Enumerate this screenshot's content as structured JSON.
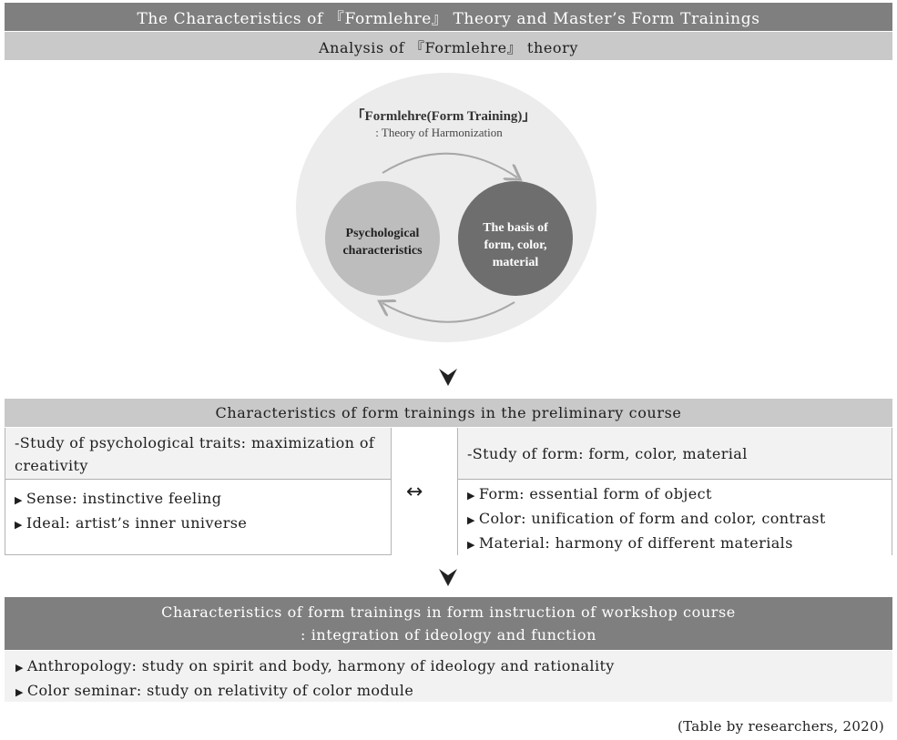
{
  "title": "The Characteristics of 『Formlehre』 Theory and Master’s Form Trainings",
  "subtitle": "Analysis of 『Formlehre』 theory",
  "diagram": {
    "heading": "「Formlehre(Form Training)」",
    "subheading": ": Theory of Harmonization",
    "left_circle": [
      "Psychological",
      "characteristics"
    ],
    "right_circle": [
      "The basis of",
      "form, color,",
      "material"
    ]
  },
  "section2": {
    "header": "Characteristics of form trainings in the preliminary course",
    "left": {
      "head": "-Study of psychological traits: maximization of creativity",
      "items": [
        "Sense: instinctive feeling",
        "Ideal: artist’s inner universe"
      ]
    },
    "connector": "↔",
    "right": {
      "head": "-Study of form: form, color, material",
      "items": [
        "Form: essential form of object",
        "Color: unification of form and color, contrast",
        "Material: harmony of different materials"
      ]
    }
  },
  "section3": {
    "header_line1": "Characteristics of form trainings in form instruction of workshop course",
    "header_line2": ": integration of ideology and function",
    "items": [
      "Anthropology: study on spirit and body, harmony of ideology and rationality",
      "Color seminar: study on relativity of color module"
    ]
  },
  "caption": "(Table by researchers, 2020)",
  "colors": {
    "dark_bar": "#7f7f7f",
    "light_bar": "#c9c9c9",
    "outer_circle": "#ececec",
    "left_circle": "#bdbdbd",
    "right_circle": "#6e6e6e"
  }
}
